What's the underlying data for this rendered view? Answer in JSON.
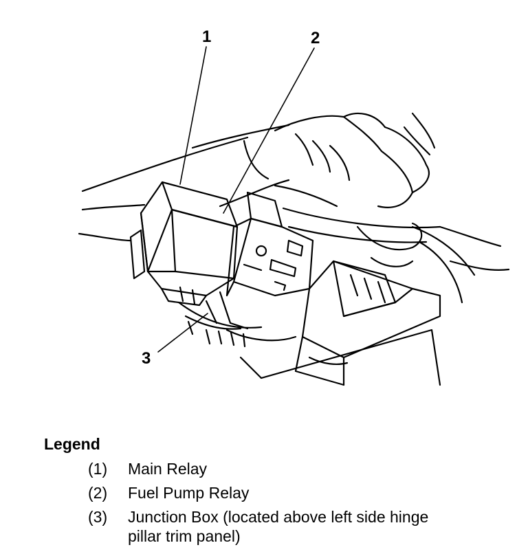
{
  "figure": {
    "callouts": [
      "1",
      "2",
      "3"
    ]
  },
  "legend": {
    "title": "Legend",
    "items": [
      {
        "num": "(1)",
        "text": "Main Relay"
      },
      {
        "num": "(2)",
        "text": "Fuel Pump Relay"
      },
      {
        "num": "(3)",
        "text": "Junction Box (located above left side hinge\npillar trim panel)"
      }
    ]
  }
}
